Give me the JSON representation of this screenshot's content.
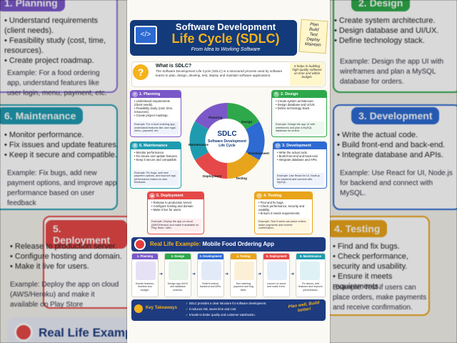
{
  "poster": {
    "title_line1": "Software Development",
    "title_line2": "Life Cycle (SDLC)",
    "subtitle": "From Idea to Working Software",
    "laptop_glyph": "</>",
    "note_words": [
      "Plan",
      "Build",
      "Test",
      "Deploy",
      "Maintain"
    ],
    "what": {
      "heading": "What is SDLC?",
      "text": "The Software Development Life Cycle (SDLC) is a structured process used by software teams to plan, design, develop, test, deploy and maintain software applications.",
      "note": "It helps in building high-quality software on time and within budget."
    },
    "center": {
      "title": "SDLC",
      "sub": "Software Development Life Cycle"
    },
    "cycle_labels": [
      "Planning",
      "Design",
      "Development",
      "Testing",
      "Deployment",
      "Maintenance"
    ],
    "cards": {
      "planning": {
        "title": "1. Planning",
        "items": [
          "Understand requirements (client needs).",
          "Feasibility study (cost, time, resources).",
          "Create project roadmap."
        ],
        "example": "Example: For a food ordering app, understand features like user login, menu, payment, etc."
      },
      "design": {
        "title": "2. Design",
        "items": [
          "Create system architecture.",
          "Design database and UI/UX.",
          "Define technology stack."
        ],
        "example": "Example: Design the app UI with wireframes and plan a MySQL database for orders."
      },
      "development": {
        "title": "3. Development",
        "items": [
          "Write the actual code.",
          "Build front-end and back-end.",
          "Integrate database and APIs."
        ],
        "example": "Example: Use React for UI, Node.js for backend and connect with MySQL."
      },
      "testing": {
        "title": "4. Testing",
        "items": [
          "Find and fix bugs.",
          "Check performance, security and usability.",
          "Ensure it meets requirements."
        ],
        "example": "Example: Test if users can place orders, make payments and receive confirmation."
      },
      "deployment": {
        "title": "5. Deployment",
        "items": [
          "Release to production server.",
          "Configure hosting and domain.",
          "Make it live for users."
        ],
        "example": "Example: Deploy the app on cloud (AWS/Heroku) and make it available on Play Store / web."
      },
      "maintenance": {
        "title": "6. Maintenance",
        "items": [
          "Monitor performance.",
          "Fix issues and update features.",
          "Keep it secure and compatible."
        ],
        "example": "Example: Fix bugs, add new payment options, and improve app performance based on user feedback."
      }
    },
    "real_life": {
      "prefix": "Real Life Example:",
      "title": "Mobile Food Ordering App"
    },
    "steps": [
      {
        "head": "1. Planning",
        "text": "Decide features, timeline and budget.",
        "color": "#7b58c9"
      },
      {
        "head": "2. Design",
        "text": "Design app UI/UX and database schema.",
        "color": "#2ea84a"
      },
      {
        "head": "3. Development",
        "text": "Build frontend, backend and APIs.",
        "color": "#2d6ad1"
      },
      {
        "head": "4. Testing",
        "text": "Test ordering, payment and bug fixes.",
        "color": "#e8a41a"
      },
      {
        "head": "5. Deployment",
        "text": "Launch on cloud and make it live.",
        "color": "#e54848"
      },
      {
        "head": "6. Maintenance",
        "text": "Fix issues, add features and improve performance.",
        "color": "#1f9bb0"
      }
    ],
    "takeaways": {
      "heading": "Key Takeaways",
      "items": [
        "SDLC provides a clear structure for software development.",
        "It reduces risk, saves time and cost.",
        "It leads to better quality and customer satisfaction."
      ],
      "slogan": "Plan well, Build better!"
    }
  },
  "left_panel": {
    "planning_head": "1. Planning",
    "planning_items": [
      "Understand requirements (client needs).",
      "Feasibility study (cost, time, resources).",
      "Create project roadmap."
    ],
    "planning_example": "Example: For a food ordering app, understand features like user login, menu, payment, etc.",
    "maint_head": "6. Maintenance",
    "maint_items": [
      "Monitor performance.",
      "Fix issues and update features.",
      "Keep it secure and compatible."
    ],
    "maint_example": "Example: Fix bugs, add new payment options, and improve app performance based on user feedback",
    "deploy_head": "5. Deployment",
    "deploy_items": [
      "Release to production server.",
      "Configure hosting and domain.",
      "Make it live for users."
    ],
    "deploy_example": "Example: Deploy the app on cloud (AWS/Heroku) and make it available on Play Store",
    "real_life": "Real Life Example"
  },
  "right_panel": {
    "design_head": "2. Design",
    "design_items": [
      "Create system architecture.",
      "Design database and UI/UX.",
      "Define technology stack."
    ],
    "design_example": "Example: Design the app UI with wireframes and plan a MySQL database for orders.",
    "dev_head": "3. Development",
    "dev_items": [
      "Write the actual code.",
      "Build front-end and back-end.",
      "Integrate database and APIs."
    ],
    "dev_example": "Example: Use React for UI, Node.js for backend and connect with MySQL.",
    "testing_head": "4. Testing",
    "testing_items": [
      "Find and fix bugs.",
      "Check performance, security and usability.",
      "Ensure it meets requirements."
    ],
    "testing_example": "Example: Test if users can place orders, make payments and receive confirmation."
  },
  "colors": {
    "planning": "#7b58c9",
    "design": "#2ea84a",
    "development": "#2d6ad1",
    "testing": "#e8a41a",
    "deployment": "#e54848",
    "maintenance": "#1f9bb0",
    "navy": "#133a7a"
  }
}
